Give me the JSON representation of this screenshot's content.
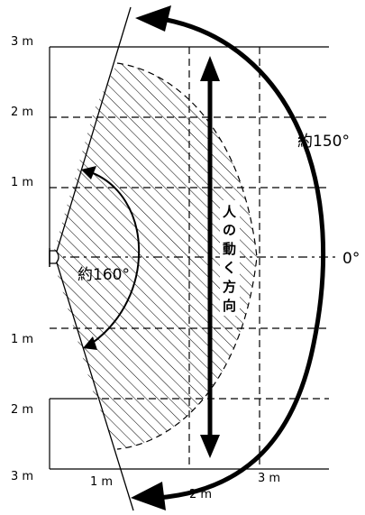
{
  "axis": {
    "left_labels": [
      "3 m",
      "2 m",
      "1 m",
      "1 m",
      "2 m",
      "3 m"
    ],
    "bottom_labels": [
      "1 m",
      "2 m",
      "3 m"
    ]
  },
  "annotations": {
    "angle_150": "約150°",
    "angle_160": "約160°",
    "center_angle": "0°",
    "direction_chars": [
      "人",
      "の",
      "動",
      "く",
      "方",
      "向"
    ]
  },
  "colors": {
    "line": "#000000",
    "background": "#ffffff"
  },
  "icons": {
    "sensor": "sensor-icon"
  }
}
